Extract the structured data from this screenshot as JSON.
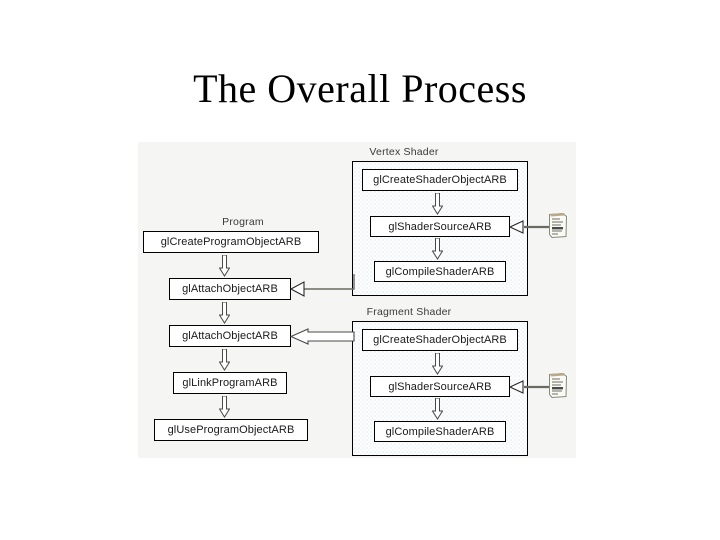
{
  "slide": {
    "title": "The Overall Process"
  },
  "diagram": {
    "background_color": "#f5f5f3",
    "groups": [
      {
        "id": "vertex-shader",
        "label": "Vertex Shader",
        "fill_color": "#ffffff",
        "stipple_color": "#bcd4e6",
        "nodes": [
          "glCreateShaderObjectARB",
          "glShaderSourceARB",
          "glCompileShaderARB"
        ]
      },
      {
        "id": "fragment-shader",
        "label": "Fragment Shader",
        "fill_color": "#ffffff",
        "stipple_color": "#bcd4e6",
        "nodes": [
          "glCreateShaderObjectARB",
          "glShaderSourceARB",
          "glCompileShaderARB"
        ]
      }
    ],
    "program": {
      "label": "Program",
      "nodes": [
        "glCreateProgramObjectARB",
        "glAttachObjectARB",
        "glAttachObjectARB",
        "glLinkProgramARB",
        "glUseProgramObjectARB"
      ]
    },
    "source_icons": [
      {
        "id": "vertex-shader-source-file",
        "name": "document-icon"
      },
      {
        "id": "fragment-shader-source-file",
        "name": "document-icon"
      }
    ]
  }
}
